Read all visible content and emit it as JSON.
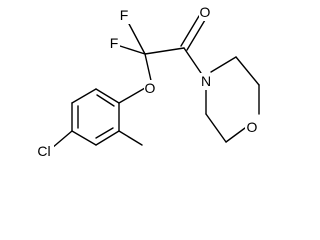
{
  "molecule": {
    "atoms": {
      "F1": "F",
      "F2": "F",
      "O_carbonyl": "O",
      "O_ether": "O",
      "N": "N",
      "O_morpholine": "O",
      "Cl": "Cl"
    }
  },
  "colors": {
    "bond": "#000000",
    "label": "#000000",
    "background": "#ffffff"
  }
}
